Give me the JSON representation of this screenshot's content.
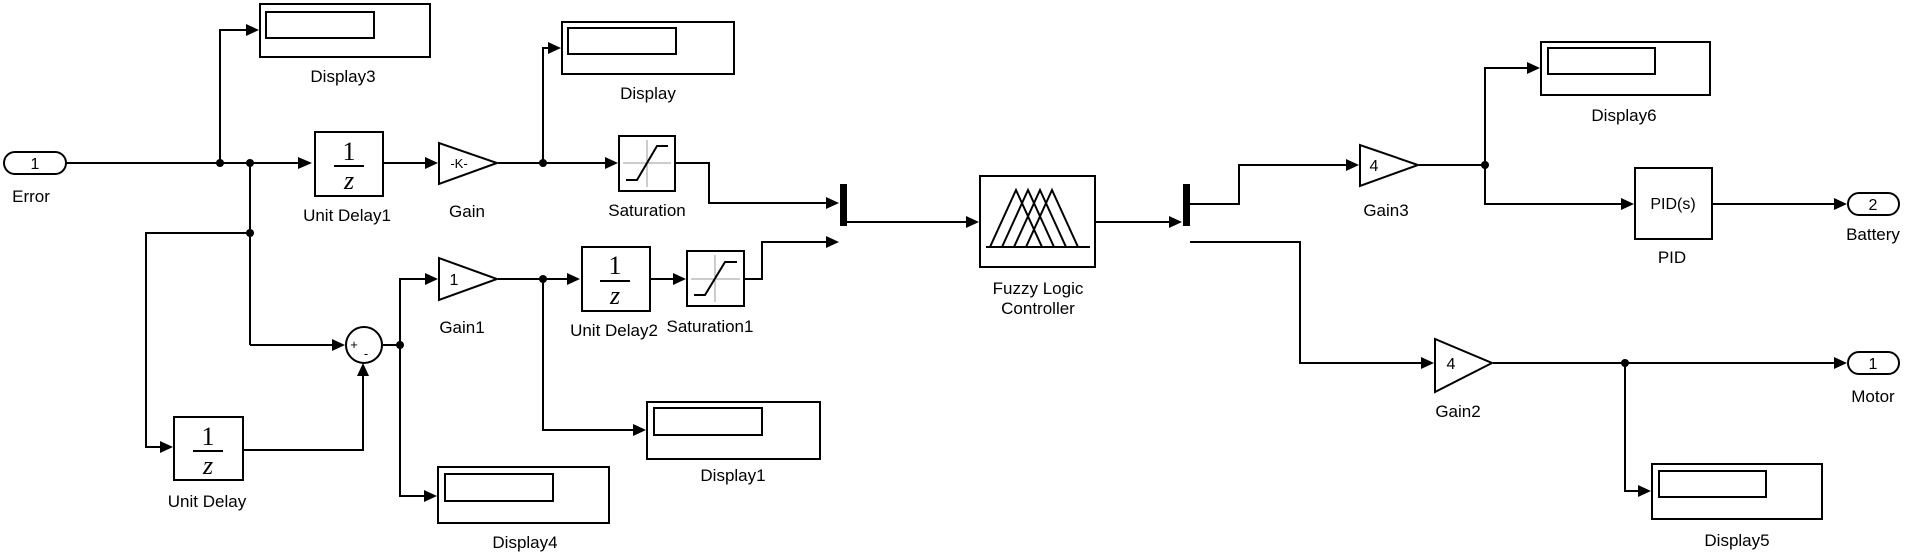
{
  "ports": {
    "error": {
      "num": "1",
      "label": "Error"
    },
    "battery": {
      "num": "2",
      "label": "Battery"
    },
    "motor": {
      "num": "1",
      "label": "Motor"
    }
  },
  "blocks": {
    "display3": "Display3",
    "display": "Display",
    "display6": "Display6",
    "display1": "Display1",
    "display4": "Display4",
    "display5": "Display5",
    "unit_delay1": {
      "label": "Unit Delay1",
      "num": "1",
      "den": "z"
    },
    "unit_delay2": {
      "label": "Unit Delay2",
      "num": "1",
      "den": "z"
    },
    "unit_delay": {
      "label": "Unit Delay",
      "num": "1",
      "den": "z"
    },
    "gain": {
      "label": "Gain",
      "value": "-K-"
    },
    "gain1": {
      "label": "Gain1",
      "value": "1"
    },
    "gain2": {
      "label": "Gain2",
      "value": "4"
    },
    "gain3": {
      "label": "Gain3",
      "value": "4"
    },
    "saturation": "Saturation",
    "saturation1": "Saturation1",
    "fuzzy": {
      "line1": "Fuzzy Logic",
      "line2": "Controller"
    },
    "pid": {
      "label": "PID",
      "value": "PID(s)"
    },
    "sum": {
      "sign1": "+",
      "sign2": "-"
    }
  }
}
